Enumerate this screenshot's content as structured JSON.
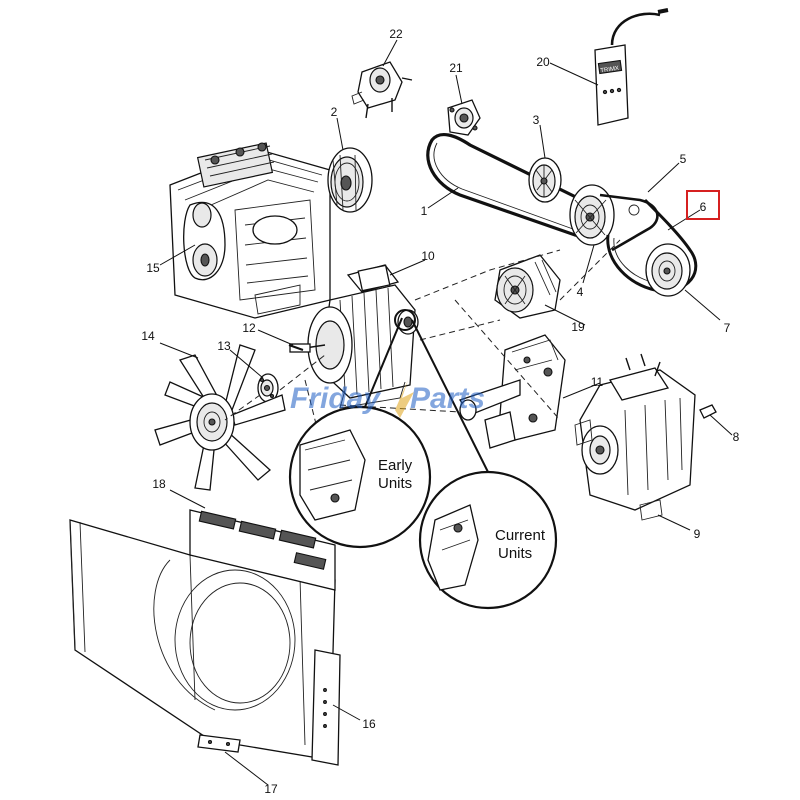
{
  "watermark": {
    "word1": "Friday",
    "word2": "Parts",
    "color": "#1f5fc4",
    "accent": "#e0a419"
  },
  "highlight_color": "#d62020",
  "highlighted_part": "6",
  "part_labels": {
    "p1": "1",
    "p2": "2",
    "p3": "3",
    "p4": "4",
    "p5": "5",
    "p6": "6",
    "p7": "7",
    "p8": "8",
    "p9": "9",
    "p10": "10",
    "p11": "11",
    "p12": "12",
    "p13": "13",
    "p14": "14",
    "p15": "15",
    "p16": "16",
    "p17": "17",
    "p18": "18",
    "p19": "19",
    "p20": "20",
    "p21": "21",
    "p22": "22"
  },
  "callouts": {
    "early_line1": "Early",
    "early_line2": "Units",
    "current_line1": "Current",
    "current_line2": "Units"
  },
  "device_tag": "TRIMX"
}
